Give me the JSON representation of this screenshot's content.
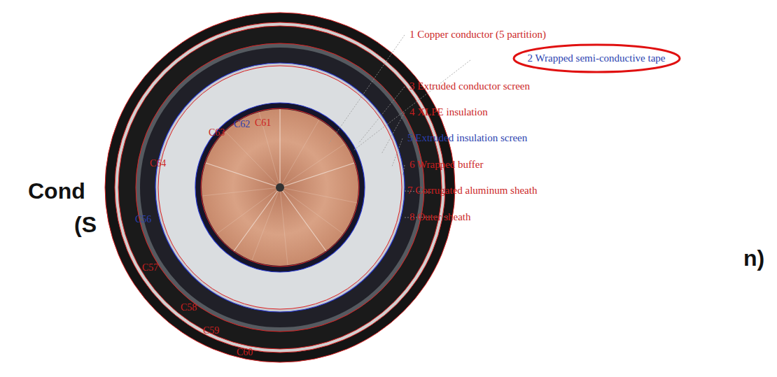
{
  "diagram": {
    "nodes": [
      {
        "text": [
          "2 Wrapped semi-conductive tape"
        ]
      }
    ],
    "labels": [
      "1 Copper conductor (5 partition)",
      "3 Extruded conductor screen",
      "4 XLPE insulation",
      "5 Extruded insulation screen",
      "6 Wrapped buffer",
      "7 Corrugated aluminum sheath",
      "8 Outer sheath",
      "C63",
      "C62",
      "C61",
      "C64",
      "C56",
      "C57",
      "C58",
      "C59",
      "C60",
      "Cond",
      "(S",
      "n)"
    ]
  }
}
